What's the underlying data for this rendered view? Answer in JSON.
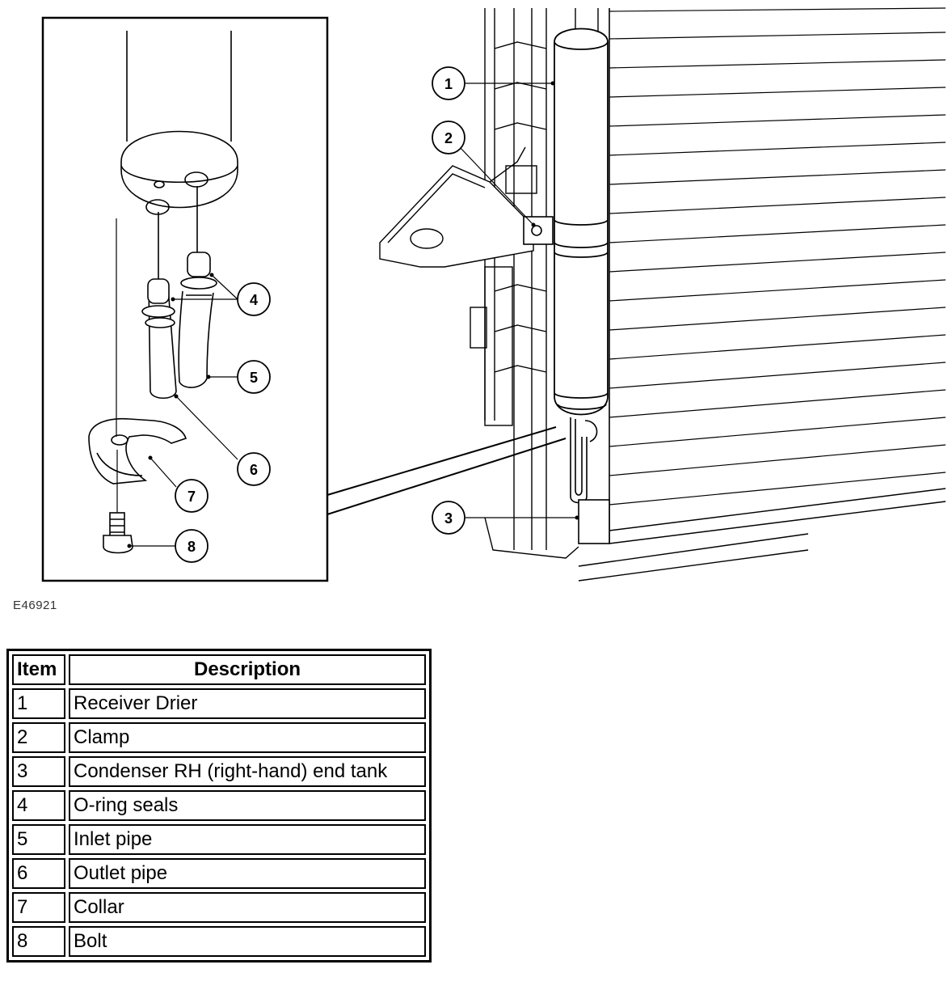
{
  "figure": {
    "id_label": "E46921",
    "callouts": [
      "1",
      "2",
      "3",
      "4",
      "5",
      "6",
      "7",
      "8"
    ]
  },
  "legend": {
    "header_item": "Item",
    "header_description": "Description",
    "rows": [
      {
        "item": "1",
        "description": "Receiver Drier"
      },
      {
        "item": "2",
        "description": "Clamp"
      },
      {
        "item": "3",
        "description": "Condenser RH (right-hand) end tank"
      },
      {
        "item": "4",
        "description": "O-ring seals"
      },
      {
        "item": "5",
        "description": "Inlet pipe"
      },
      {
        "item": "6",
        "description": "Outlet pipe"
      },
      {
        "item": "7",
        "description": "Collar"
      },
      {
        "item": "8",
        "description": "Bolt"
      }
    ]
  }
}
